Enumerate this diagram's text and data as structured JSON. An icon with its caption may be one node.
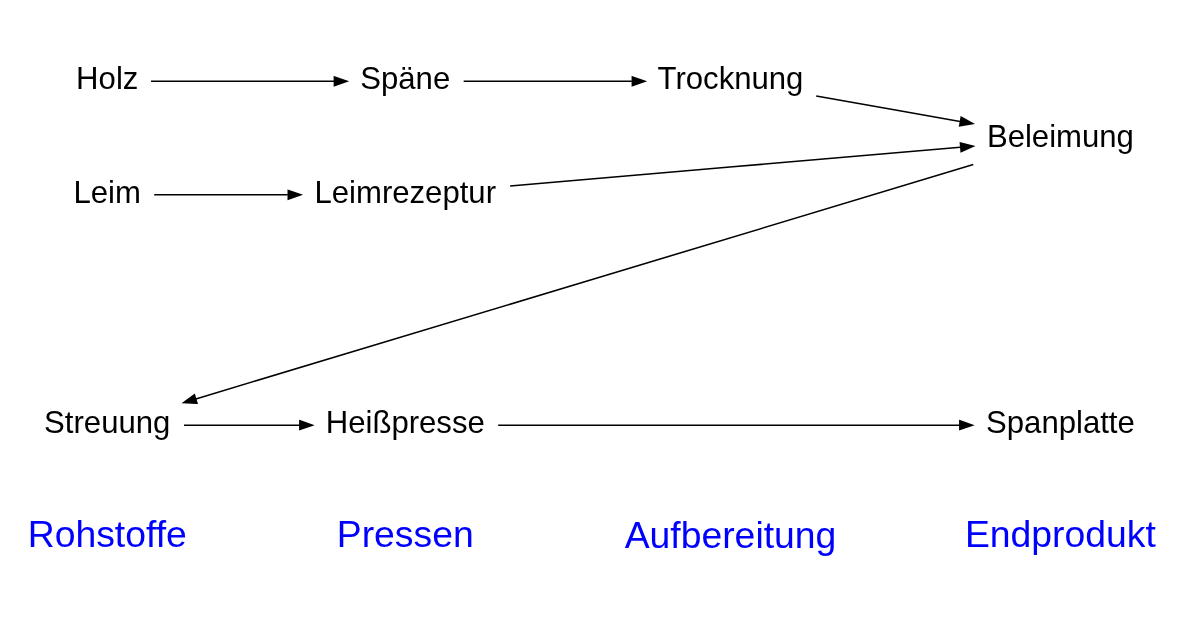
{
  "diagram": {
    "nodes": [
      {
        "text": [
          "Holz"
        ]
      },
      {
        "text": [
          "Späne"
        ]
      },
      {
        "text": [
          "Trocknung"
        ]
      },
      {
        "text": [
          "Leim"
        ]
      },
      {
        "text": [
          "Leimrezeptur"
        ]
      },
      {
        "text": [
          "Beleimung"
        ]
      },
      {
        "text": [
          "Streuung"
        ]
      },
      {
        "text": [
          "Heißpresse"
        ]
      },
      {
        "text": [
          "Spanplatte"
        ]
      }
    ],
    "edges": [
      {
        "from": 0,
        "to": 1,
        "arrow": "to"
      },
      {
        "from": 1,
        "to": 2,
        "arrow": "to"
      },
      {
        "from": 3,
        "to": 4,
        "arrow": "to"
      },
      {
        "from": 2,
        "to": 5,
        "arrow": "to"
      },
      {
        "from": 4,
        "to": 5,
        "arrow": "to"
      },
      {
        "from": 5,
        "to": 6,
        "arrow": "to"
      },
      {
        "from": 6,
        "to": 7,
        "arrow": "to"
      },
      {
        "from": 7,
        "to": 8,
        "arrow": "to"
      }
    ],
    "labels": [
      "Rohstoffe",
      "Aufbereitung",
      "Pressen",
      "Endprodukt"
    ]
  }
}
